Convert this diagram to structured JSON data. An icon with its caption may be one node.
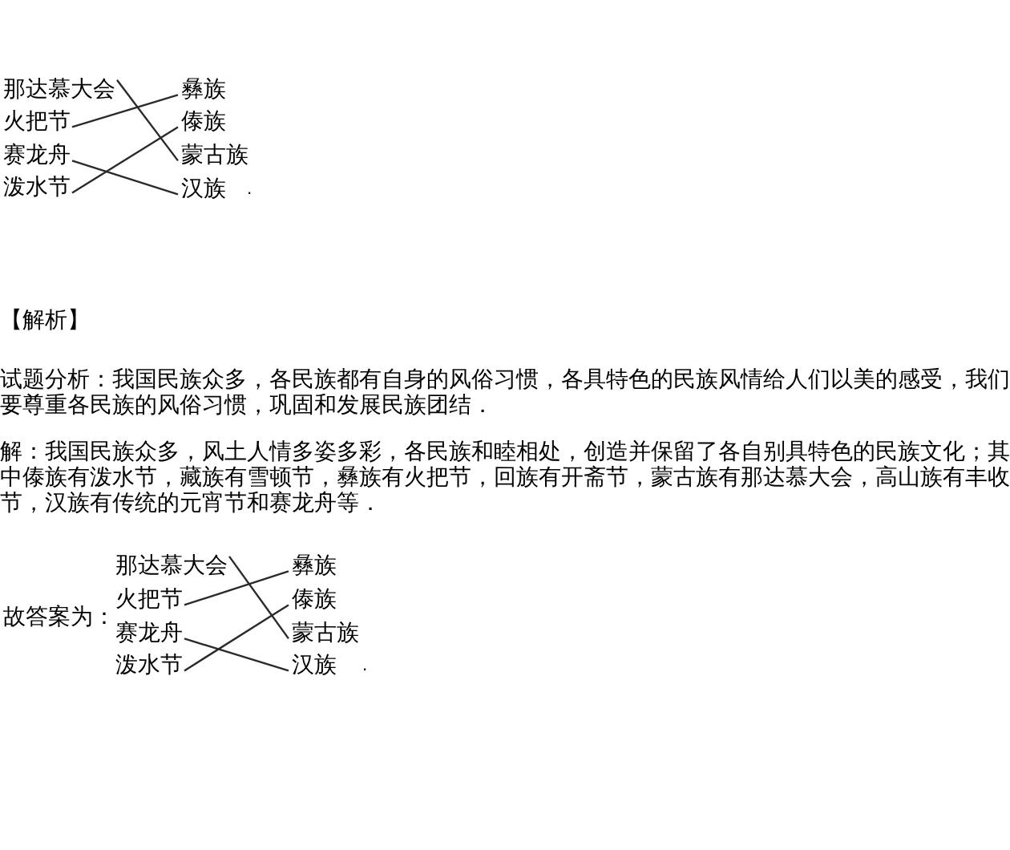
{
  "diagram": {
    "nodes": [
      {
        "text": [
          "那达慕大会"
        ]
      },
      {
        "text": [
          "火把节"
        ]
      },
      {
        "text": [
          "赛龙舟"
        ]
      },
      {
        "text": [
          "泼水节"
        ]
      },
      {
        "text": [
          "彝族"
        ]
      },
      {
        "text": [
          "傣族"
        ]
      },
      {
        "text": [
          "蒙古族"
        ]
      },
      {
        "text": [
          "汉族"
        ]
      },
      {
        "text": [
          "那达慕大会"
        ]
      },
      {
        "text": [
          "火把节"
        ]
      },
      {
        "text": [
          "赛龙舟"
        ]
      },
      {
        "text": [
          "泼水节"
        ]
      },
      {
        "text": [
          "彝族"
        ]
      },
      {
        "text": [
          "傣族"
        ]
      },
      {
        "text": [
          "蒙古族"
        ]
      },
      {
        "text": [
          "汉族"
        ]
      }
    ],
    "edges": [
      {
        "from": 0,
        "to": 6,
        "arrow": "none"
      },
      {
        "from": 1,
        "to": 4,
        "arrow": "none"
      },
      {
        "from": 2,
        "to": 7,
        "arrow": "none"
      },
      {
        "from": 3,
        "to": 5,
        "arrow": "none"
      },
      {
        "from": 8,
        "to": 14,
        "arrow": "none"
      },
      {
        "from": 9,
        "to": 12,
        "arrow": "none"
      },
      {
        "from": 10,
        "to": 15,
        "arrow": "none"
      },
      {
        "from": 11,
        "to": 13,
        "arrow": "none"
      }
    ],
    "labels": [
      ".",
      "【解析】",
      "试题分析：我国民族众多，各民族都有自身的风俗习惯，各具特色的民族风情给人们以美的感受，我们要尊重各民族的风俗习惯，巩固和发展民族团结．",
      "解：我国民族众多，风土人情多姿多彩，各民族和睦相处，创造并保留了各自别具特色的民族文化；其中傣族有泼水节，藏族有雪顿节，彝族有火把节，回族有开斋节，蒙古族有那达慕大会，高山族有丰收节，汉族有传统的元宵节和赛龙舟等．",
      "故答案为：",
      "."
    ]
  }
}
